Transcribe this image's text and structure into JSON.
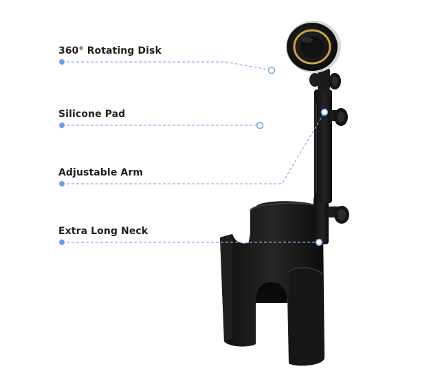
{
  "callouts": [
    {
      "label": "360° Rotating Disk"
    },
    {
      "label": "Silicone Pad"
    },
    {
      "label": "Adjustable Arm"
    },
    {
      "label": "Extra Long Neck"
    }
  ],
  "colors": {
    "callout_line": "#8ab0e0",
    "callout_dot": "#6f9fe0",
    "product_body": "#141414",
    "disk_ring": "#c9a24a",
    "label_text": "#1f1f1f"
  },
  "icons": {
    "product": "cup-holder-phone-mount-illustration"
  }
}
